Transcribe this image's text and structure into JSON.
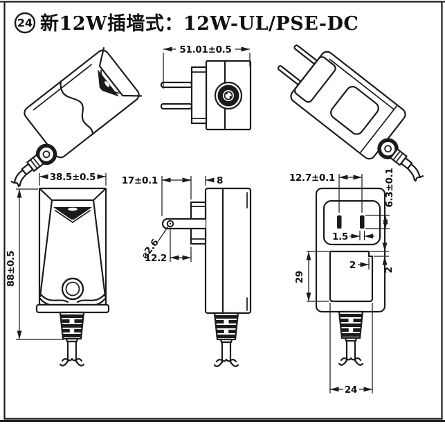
{
  "title": {
    "badge": "24",
    "text": "新12W插墙式：12W-UL/PSE-DC"
  },
  "colors": {
    "line": "#1b1b1b",
    "background": "#ffffff"
  },
  "dims": {
    "top_width": "51.01±0.5",
    "front_width": "38.5±0.5",
    "front_height": "88±0.5",
    "side_prong_len": "17±0.1",
    "side_boss_depth": "8",
    "side_hole_dia": "⌀2.6",
    "side_hole_offset": "12.2",
    "back_pin_pitch": "12.7±0.1",
    "back_pin_len": "6.3±0.1",
    "back_pin_width": "1.5",
    "back_step_h": "2",
    "back_step_v": "2",
    "back_label_h": "29",
    "back_label_w": "24"
  }
}
